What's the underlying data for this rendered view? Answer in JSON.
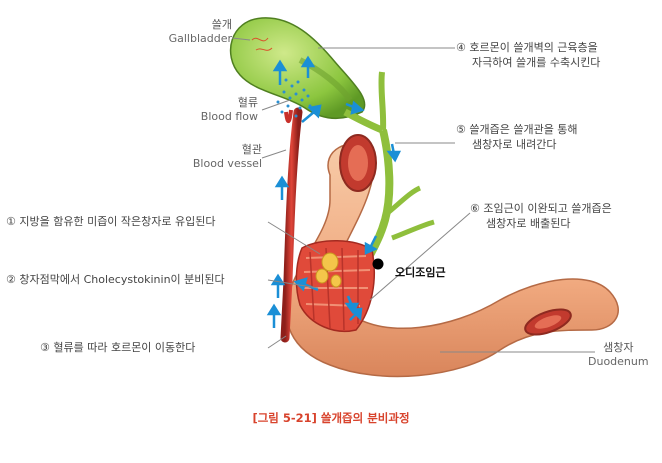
{
  "labels": {
    "gallbladder": {
      "ko": "쓸개",
      "en": "Gallbladder"
    },
    "blood_flow": {
      "ko": "혈류",
      "en": "Blood flow"
    },
    "blood_vessel": {
      "ko": "혈관",
      "en": "Blood vessel"
    },
    "duodenum": {
      "ko": "샘창자",
      "en": "Duodenum"
    },
    "sphincter": "오디조임근"
  },
  "steps": [
    "① 지방을 함유한 미즙이 작은창자로 유입된다",
    "② 창자점막에서 Cholecystokinin이 분비된다",
    "③ 혈류를 따라 호르몬이 이동한다",
    "④ 호르몬이 쓸개벽의 근육층을",
    "자극하여 쓸개를 수축시킨다",
    "⑤ 쓸개즙은 쓸개관을 통해",
    "샘창자로 내려간다",
    "⑥ 조임근이 이완되고 쓸개즙은",
    "샘창자로 배출된다"
  ],
  "caption": "[그림 5-21] 쓸개즙의 분비과정",
  "colors": {
    "gallbladder": "#8cc63f",
    "bile_duct": "#9ccc4a",
    "intestine": "#f2b48e",
    "intestine_inner": "#e04a3a",
    "vessel": "#c8302a",
    "arrow": "#1b8fd6",
    "caption": "#d8432c",
    "leader": "#888888"
  }
}
